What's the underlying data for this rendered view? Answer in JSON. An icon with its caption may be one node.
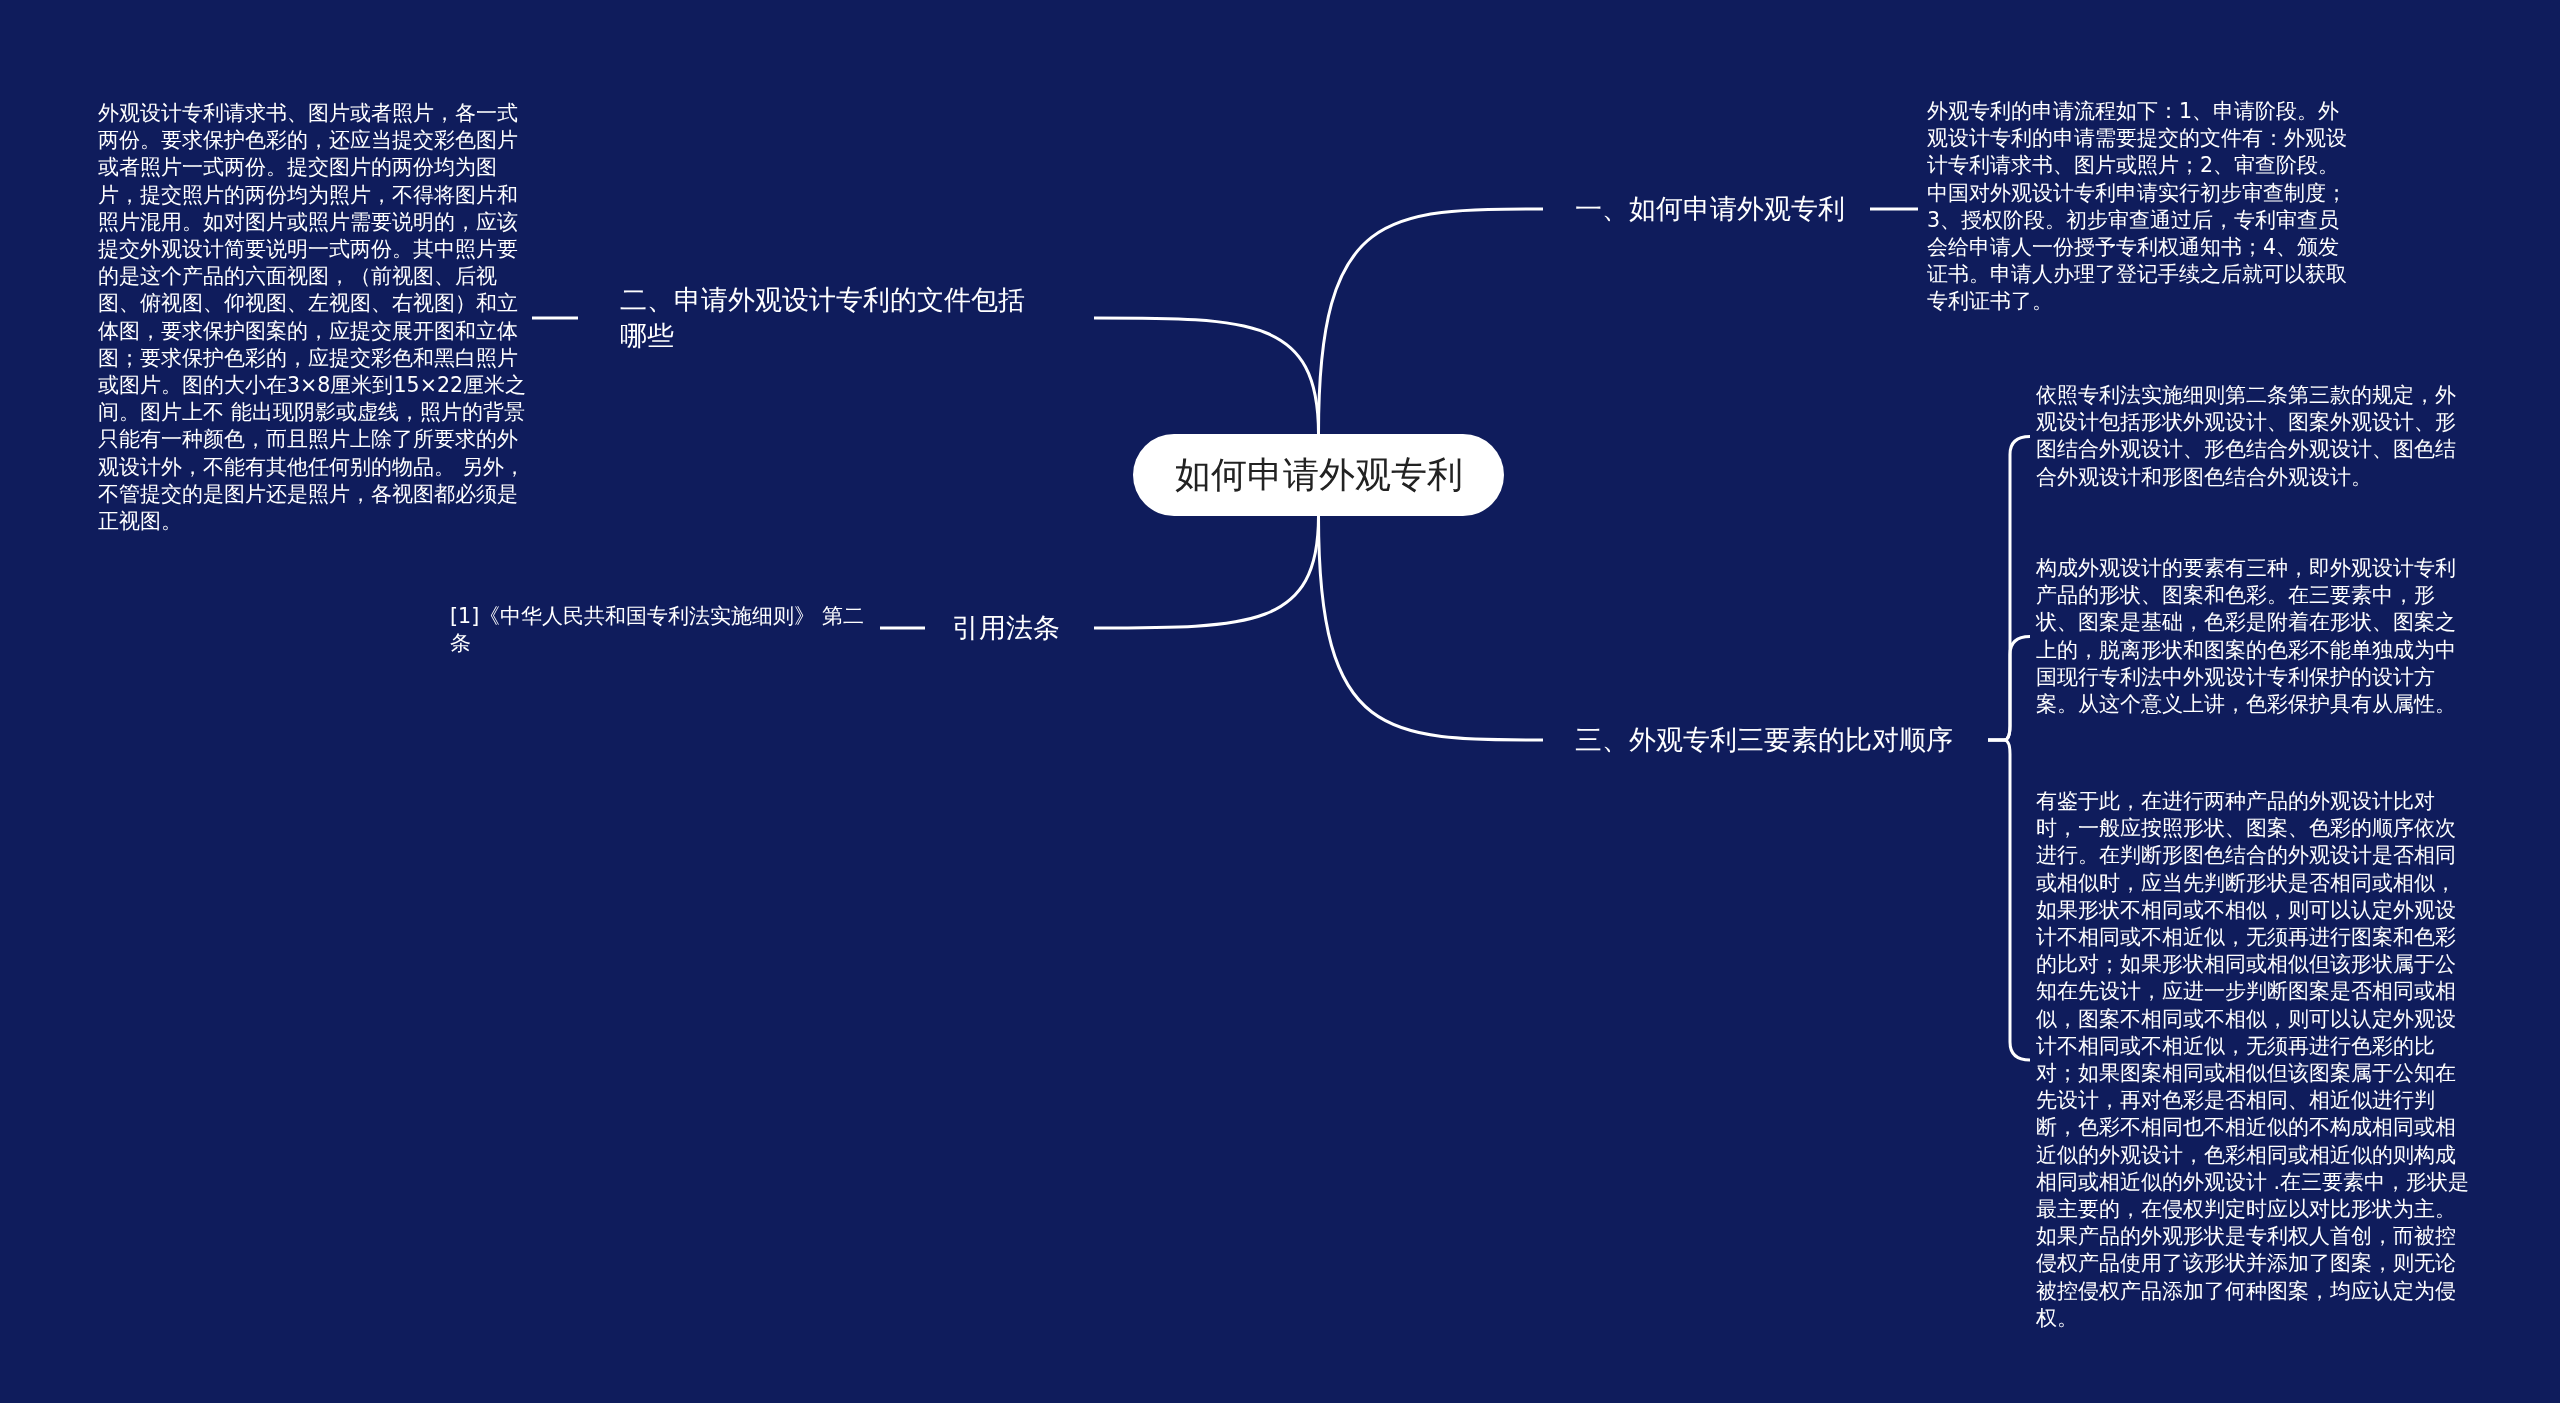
{
  "diagram": {
    "nodes": [
      {
        "text": [
          "如何申请外观专利"
        ]
      },
      {
        "text": [
          "一、如何申请外观专利"
        ]
      },
      {
        "text": [
          "外观专利的申请流程如下：1、申请阶段。外观设计专利的申请需要提交的文件有：外观设计专利请求书、图片或照片；2、审查阶段。中国对外观设计专利申请实行初步审查制度；3、授权阶段。初步审查通过后，专利审查员会给申请人一份授予专利权通知书；4、颁发证书。申请人办理了登记手续之后就可以获取专利证书了。"
        ]
      },
      {
        "text": [
          "二、申请外观设计专利的文件包括哪些"
        ]
      },
      {
        "text": [
          "外观设计专利请求书、图片或者照片，各一式两份。要求保护色彩的，还应当提交彩色图片或者照片一式两份。提交图片的两份均为图片，提交照片的两份均为照片，不得将图片和照片混用。如对图片或照片需要说明的，应该提交外观设计简要说明一式两份。其中照片要的是这个产品的六面视图，（前视图、后视图、俯视图、仰视图、左视图、右视图）和立体图，要求保护图案的，应提交展开图和立体图；要求保护色彩的，应提交彩色和黑白照片或图片。图的大小在3×8厘米到15×22厘米之间。图片上不 能出现阴影或虚线，照片的背景只能有一种颜色，而且照片上除了所要求的外观设计外，不能有其他任何别的物品。 另外，不管提交的是图片还是照片，各视图都必须是正视图。"
        ]
      },
      {
        "text": [
          "引用法条"
        ]
      },
      {
        "text": [
          "[1]《中华人民共和国专利法实施细则》 第二条"
        ]
      },
      {
        "text": [
          "三、外观专利三要素的比对顺序"
        ]
      },
      {
        "text": [
          "依照专利法实施细则第二条第三款的规定，外观设计包括形状外观设计、图案外观设计、形图结合外观设计、形色结合外观设计、图色结合外观设计和形图色结合外观设计。"
        ]
      },
      {
        "text": [
          "构成外观设计的要素有三种，即外观设计专利产品的形状、图案和色彩。在三要素中，形状、图案是基础，色彩是附着在形状、图案之上的，脱离形状和图案的色彩不能单独成为中国现行专利法中外观设计专利保护的设计方案。从这个意义上讲，色彩保护具有从属性。"
        ]
      },
      {
        "text": [
          "有鉴于此，在进行两种产品的外观设计比对时，一般应按照形状、图案、色彩的顺序依次进行。在判断形图色结合的外观设计是否相同或相似时，应当先判断形状是否相同或相似，如果形状不相同或不相似，则可以认定外观设计不相同或不相近似，无须再进行图案和色彩的比对；如果形状相同或相似但该形状属于公知在先设计，应进一步判断图案是否相同或相似，图案不相同或不相似，则可以认定外观设计不相同或不相近似，无须再进行色彩的比对；如果图案相同或相似但该图案属于公知在先设计，再对色彩是否相同、相近似进行判断，色彩不相同也不相近似的不构成相同或相近似的外观设计，色彩相同或相近似的则构成相同或相近似的外观设计 .在三要素中，形状是最主要的，在侵权判定时应以对比形状为主。如果产品的外观形状是专利权人首创，而被控侵权产品使用了该形状并添加了图案，则无论被控侵权产品添加了何种图案，均应认定为侵权。"
        ]
      }
    ],
    "edges": [
      {
        "from": 0,
        "to": 1,
        "arrow": "none"
      },
      {
        "from": 1,
        "to": 2,
        "arrow": "none"
      },
      {
        "from": 0,
        "to": 3,
        "arrow": "none"
      },
      {
        "from": 3,
        "to": 4,
        "arrow": "none"
      },
      {
        "from": 0,
        "to": 5,
        "arrow": "none"
      },
      {
        "from": 5,
        "to": 6,
        "arrow": "none"
      },
      {
        "from": 0,
        "to": 7,
        "arrow": "none"
      },
      {
        "from": 7,
        "to": 8,
        "arrow": "none"
      },
      {
        "from": 7,
        "to": 9,
        "arrow": "none"
      },
      {
        "from": 7,
        "to": 10,
        "arrow": "none"
      }
    ]
  }
}
